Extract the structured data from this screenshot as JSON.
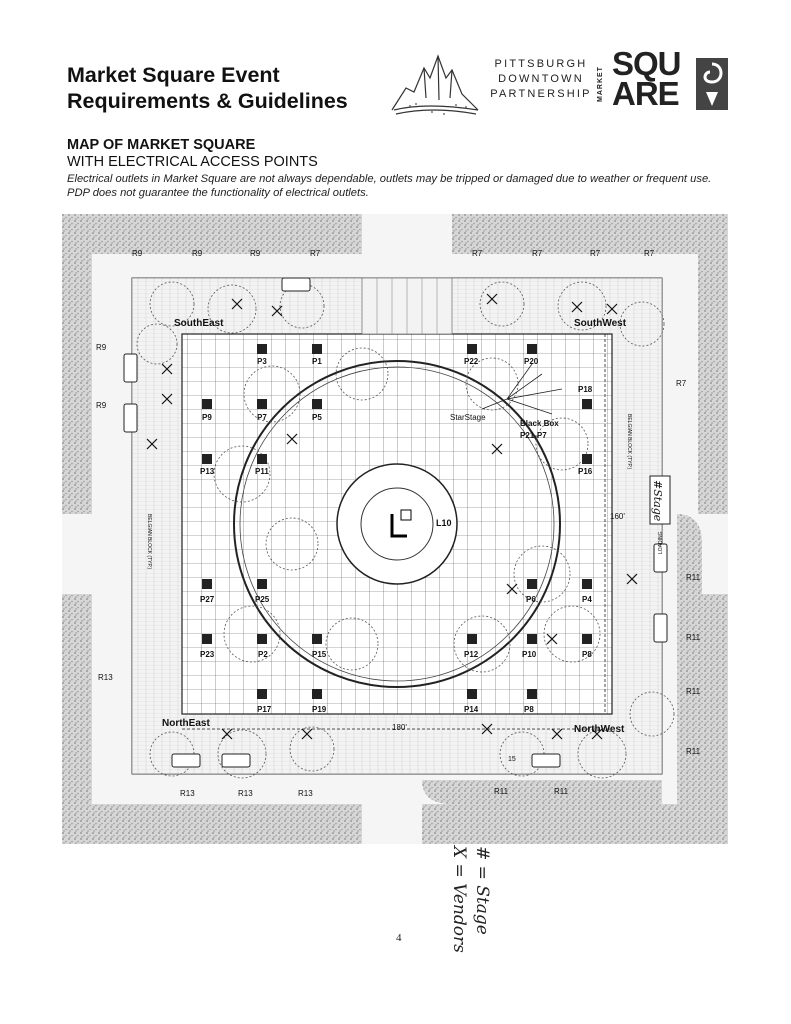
{
  "header": {
    "title_line1": "Market Square Event",
    "title_line2": "Requirements & Guidelines",
    "logo": {
      "partner_line1": "PITTSBURGH",
      "partner_line2": "DOWNTOWN",
      "partner_line3": "PARTNERSHIP",
      "brand_vertical": "MARKET",
      "brand_line1": "SQU",
      "brand_line2": "ARE"
    }
  },
  "section": {
    "heading": "MAP OF MARKET SQUARE",
    "subheading": "WITH ELECTRICAL ACCESS POINTS",
    "disclaimer": "Electrical outlets in Market Square are not always dependable, outlets may be tripped or damaged due to weather or frequent use. PDP does not guarantee the functionality of electrical outlets."
  },
  "map": {
    "corners": {
      "southeast": "SouthEast",
      "southwest": "SouthWest",
      "northeast": "NorthEast",
      "northwest": "NorthWest"
    },
    "perimeter_labels": {
      "top": [
        "R9",
        "R9",
        "R9",
        "R7",
        "R7",
        "R7",
        "R7",
        "R7"
      ],
      "left": [
        "R9",
        "R9"
      ],
      "right": [
        "R7",
        "R11",
        "R11",
        "R11",
        "R11"
      ],
      "left_lower": "R13",
      "bottom": [
        "R13",
        "R13",
        "R13",
        "R11",
        "R11"
      ]
    },
    "outlets": [
      "P3",
      "P1",
      "P22",
      "P20",
      "P18",
      "P9",
      "P7",
      "P5",
      "P13",
      "P11",
      "P16",
      "P27",
      "P25",
      "P6",
      "P4",
      "P23",
      "P2",
      "P15",
      "P12",
      "P10",
      "P8",
      "P17",
      "P19",
      "P14",
      "P8"
    ],
    "stage_label": "StarStage",
    "black_box_label": "Black Box",
    "black_box_outlets": "P21-P7",
    "center_label": "L10",
    "dim_right": "160'",
    "dim_bottom": "180'",
    "handwritten_mark": "#Stage",
    "street_block_right": "BELGIAN BLOCK (TYP.)",
    "street_block_left": "BELGIAN BLOCK (TYP.)",
    "loading_label": "LOADING",
    "parking_number": "15"
  },
  "footer": {
    "page_number": "4",
    "legend_line1": "# = Stage",
    "legend_line2": "X = Vendors"
  }
}
